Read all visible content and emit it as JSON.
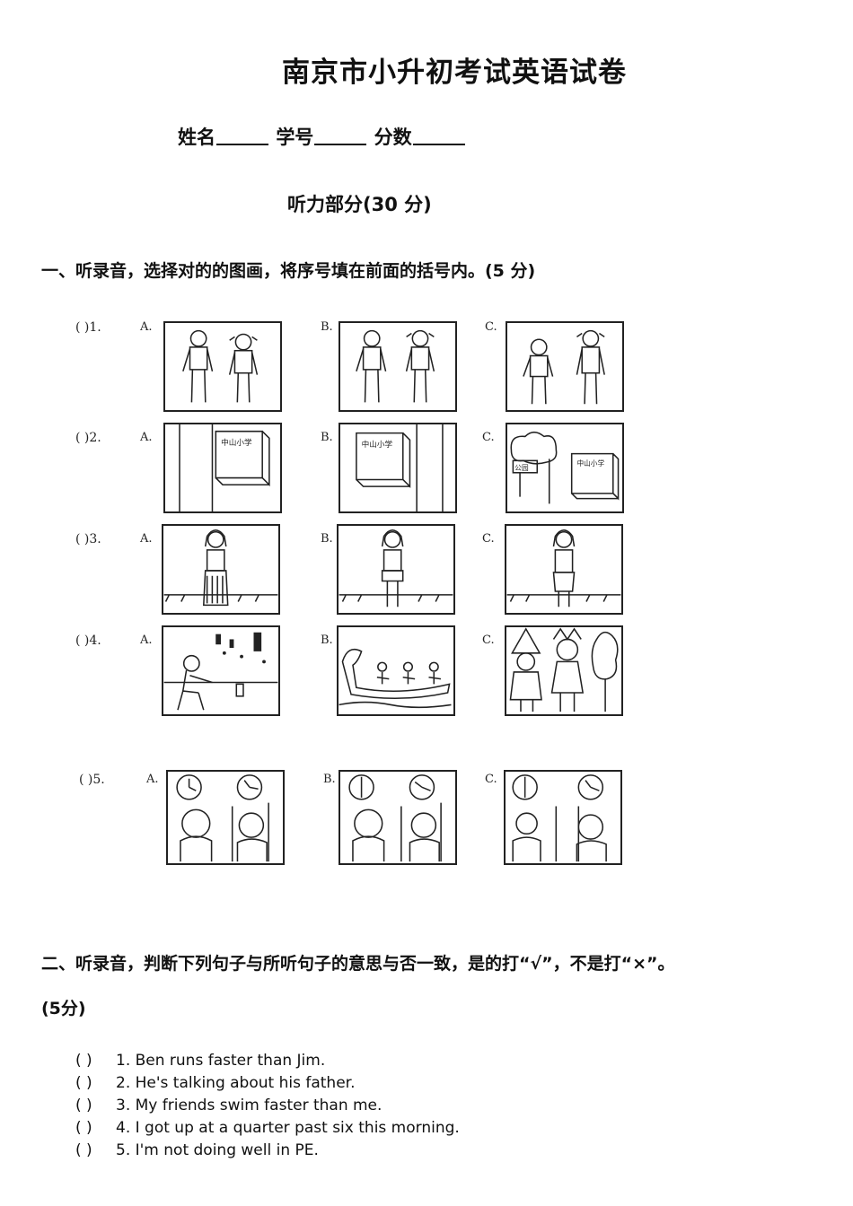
{
  "document": {
    "title": "南京市小升初考试英语试卷",
    "info_fields": [
      "姓名",
      "学号",
      "分数"
    ],
    "subhead": "听力部分(30 分)",
    "section1": {
      "heading": "一、听录音，选择对的的图画，将序号填在前面的括号内。(5 分)",
      "questions": [
        {
          "label": "(    )1.",
          "options": [
            "A.",
            "B.",
            "C."
          ]
        },
        {
          "label": "(    )2.",
          "options": [
            "A.",
            "B.",
            "C."
          ]
        },
        {
          "label": "(    )3.",
          "options": [
            "A.",
            "B.",
            "C."
          ]
        },
        {
          "label": "(    )4.",
          "options": [
            "A.",
            "B.",
            "C."
          ]
        },
        {
          "label": "(    )5.",
          "options": [
            "A.",
            "B.",
            "C."
          ]
        }
      ],
      "sign_text": "中山小学",
      "park_text": "公园"
    },
    "section2": {
      "heading_line1": "二、听录音，判断下列句子与所听句子的意思与否一致，是的打“√”，不是打“×”。",
      "heading_line2": "(5分)",
      "items": [
        {
          "paren": "(    )",
          "text": "1. Ben runs faster than Jim."
        },
        {
          "paren": "(    )",
          "text": "2. He's talking about his father."
        },
        {
          "paren": "(    )",
          "text": "3. My friends swim faster than me."
        },
        {
          "paren": "(    )",
          "text": "4. I got up at a quarter past six this morning."
        },
        {
          "paren": "(    )",
          "text": "5. I'm not doing well in PE."
        }
      ]
    }
  }
}
